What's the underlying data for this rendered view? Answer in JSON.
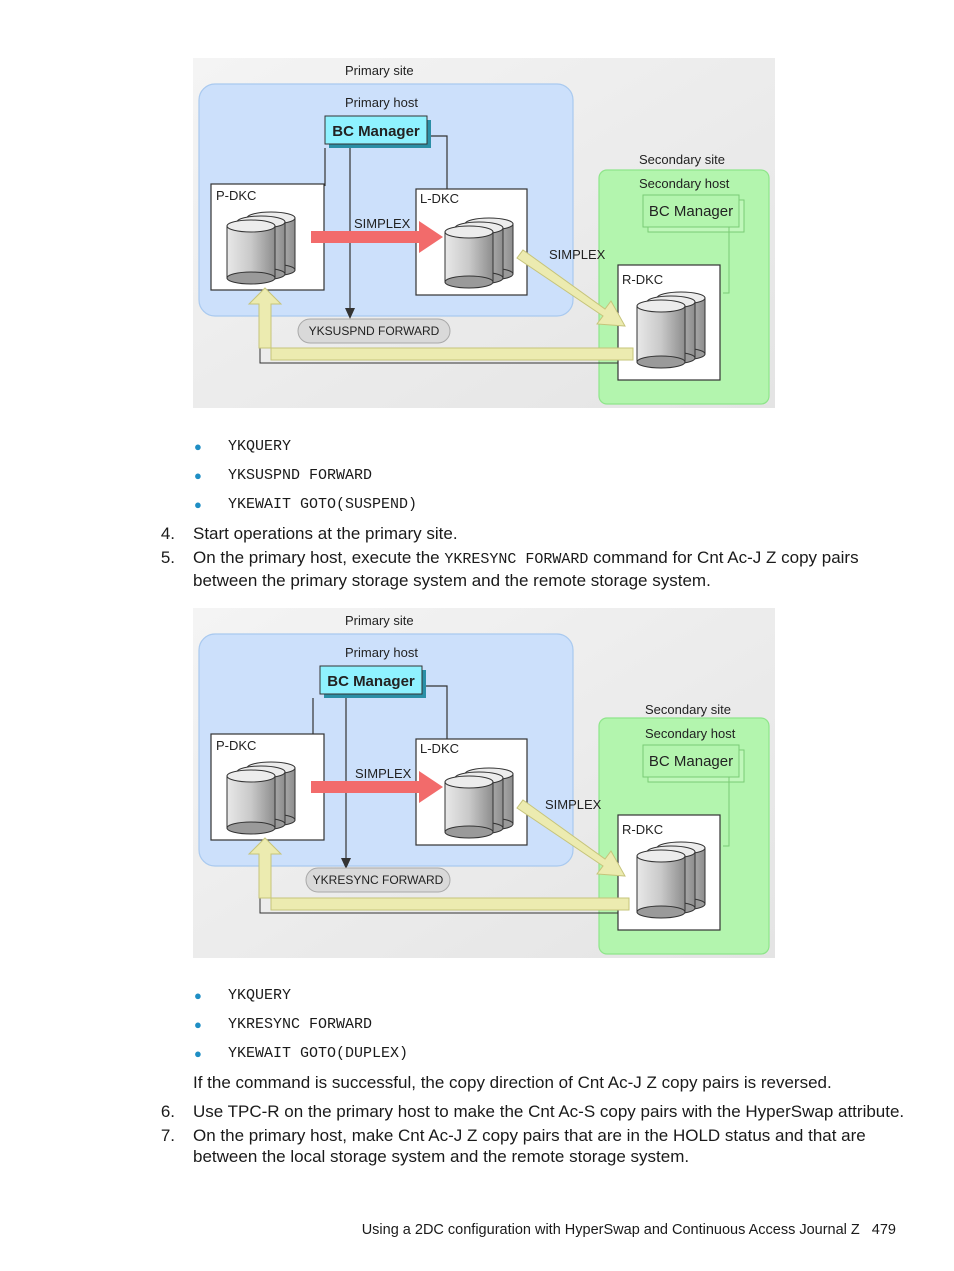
{
  "figure1": {
    "primary_site": "Primary site",
    "primary_host": "Primary host",
    "bc_manager_primary": "BC Manager",
    "secondary_site": "Secondary site",
    "secondary_host": "Secondary host",
    "bc_manager_secondary": "BC Manager",
    "p_dkc": "P-DKC",
    "l_dkc": "L-DKC",
    "r_dkc": "R-DKC",
    "simplex_1": "SIMPLEX",
    "simplex_2": "SIMPLEX",
    "command": "YKSUSPND FORWARD"
  },
  "bullets1": [
    "YKQUERY",
    "YKSUSPND FORWARD",
    "YKEWAIT GOTO(SUSPEND)"
  ],
  "step4": {
    "num": "4.",
    "text": "Start operations at the primary site."
  },
  "step5": {
    "num": "5.",
    "text_a": "On the primary host, execute the ",
    "code": "YKRESYNC FORWARD",
    "text_b": " command for Cnt Ac-J Z copy pairs",
    "text_c": "between the primary storage system and the remote storage system."
  },
  "figure2": {
    "primary_site": "Primary site",
    "primary_host": "Primary host",
    "bc_manager_primary": "BC Manager",
    "secondary_site": "Secondary site",
    "secondary_host": "Secondary host",
    "bc_manager_secondary": "BC Manager",
    "p_dkc": "P-DKC",
    "l_dkc": "L-DKC",
    "r_dkc": "R-DKC",
    "simplex_1": "SIMPLEX",
    "simplex_2": "SIMPLEX",
    "command": "YKRESYNC FORWARD"
  },
  "bullets2": [
    "YKQUERY",
    "YKRESYNC FORWARD",
    "YKEWAIT GOTO(DUPLEX)"
  ],
  "result_text": "If the command is successful, the copy direction of Cnt Ac-J Z copy pairs is reversed.",
  "step6": {
    "num": "6.",
    "text": "Use TPC-R on the primary host to make the Cnt Ac-S copy pairs with the HyperSwap attribute."
  },
  "step7": {
    "num": "7.",
    "text_a": "On the primary host, make Cnt Ac-J Z copy pairs that are in the HOLD status and that are",
    "text_b": "between the local storage system and the remote storage system."
  },
  "footer": {
    "title": "Using a 2DC configuration with HyperSwap and Continuous Access Journal Z",
    "page": "479"
  },
  "colors": {
    "primary_site_fill": "#cce0fb",
    "secondary_site_fill": "#b3f5ae",
    "bc_manager_fill": "#8ff2ff",
    "red_arrow": "#f26b6b",
    "yellow_arrow": "#ecebb0",
    "bullet": "#1f8ec4"
  }
}
